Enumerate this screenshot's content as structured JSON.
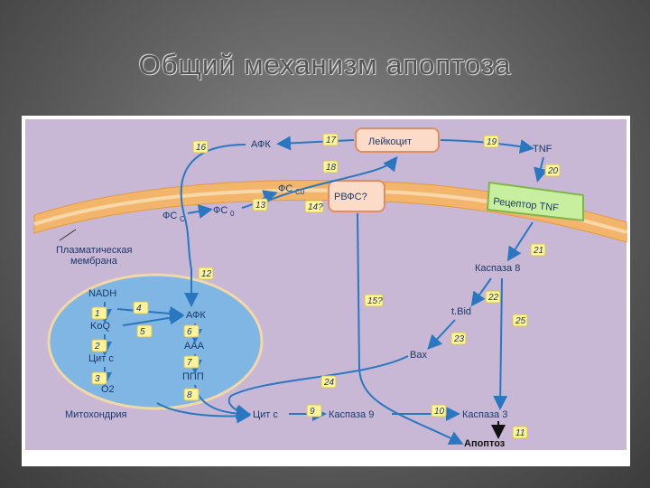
{
  "title": "Общий механизм  апоптоза",
  "colors": {
    "background": "#c9b7d6",
    "membrane": "#f2b56b",
    "mitochondrion": "#7fb6e3",
    "arrow": "#2a77c0",
    "badge": "#fff3a0",
    "box": "#fcdcc8"
  },
  "diagram": {
    "labels": {
      "leukocyte": "Лейкоцит",
      "afk_top": "АФК",
      "tnf": "TNF",
      "fs_c0_top": "ФС",
      "fs_c0_top_sub": "С0",
      "rvfs": "РВФС?",
      "receptor_tnf": "Рецептор TNF",
      "fs_c_left": "ФС",
      "fs_c_left_sub": "С",
      "fs_c0_mid": "ФС",
      "fs_c0_mid_sub": "0",
      "plasma_membrane": "Плазматическая\nмембрана",
      "nadh": "NADH",
      "koq": "KoQ",
      "cyt_c_mito": "Цит c",
      "o2": "O2",
      "afk_mito": "АФК",
      "aaa": "ААА",
      "ppp": "ППП",
      "mitochondrion": "Митохондрия",
      "caspase8": "Каспаза 8",
      "tbid": "t.Bid",
      "bax": "Вах",
      "cyt_c": "Цит с",
      "caspase9": "Каспаза 9",
      "caspase3": "Каспаза 3",
      "apoptosis": "Апоптоз"
    },
    "steps": [
      "1",
      "2",
      "3",
      "4",
      "5",
      "6",
      "7",
      "8",
      "9",
      "10",
      "11",
      "12",
      "13",
      "14?",
      "15?",
      "16",
      "17",
      "18",
      "19",
      "20",
      "21",
      "22",
      "23",
      "24",
      "25"
    ]
  }
}
